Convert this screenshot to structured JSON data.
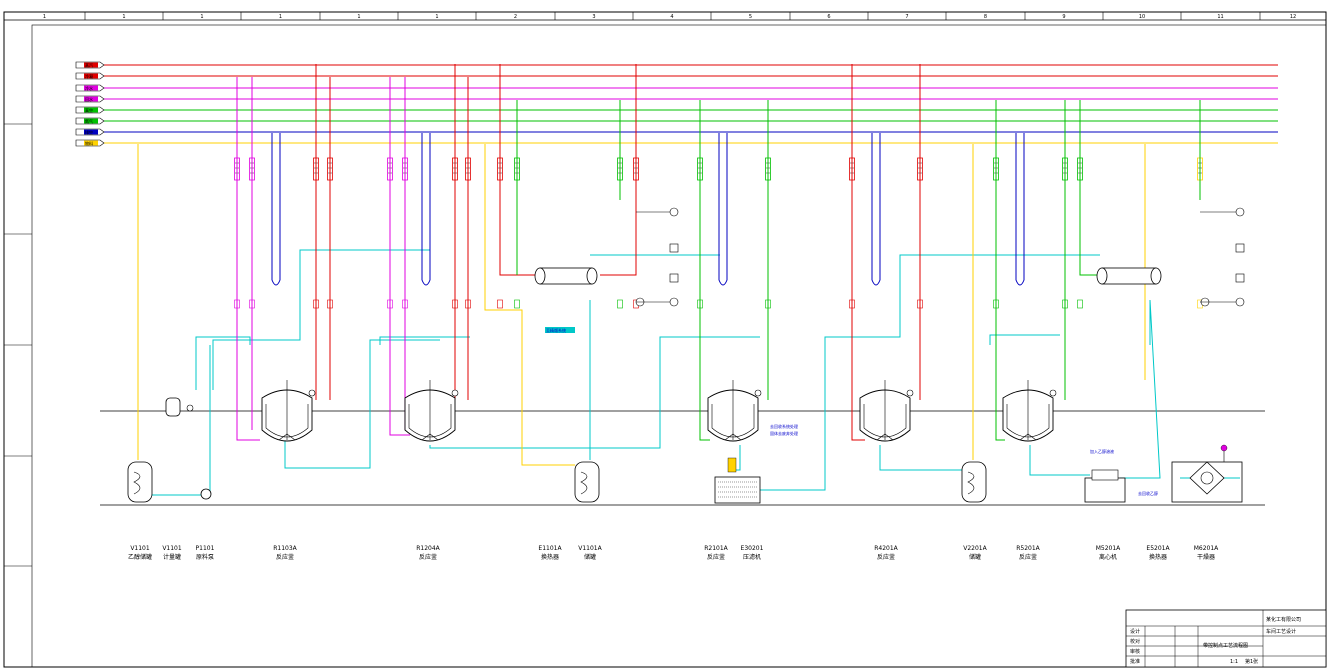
{
  "border_numbers": [
    "1",
    "1",
    "1",
    "1",
    "1",
    "1",
    "2",
    "3",
    "4",
    "5",
    "6",
    "7",
    "8",
    "9",
    "10",
    "11",
    "12"
  ],
  "utility_lines": [
    {
      "label": "蒸汽",
      "color": "#e00000"
    },
    {
      "label": "冷凝",
      "color": "#e00000"
    },
    {
      "label": "冷水",
      "color": "#e000e0"
    },
    {
      "label": "回水",
      "color": "#e000e0"
    },
    {
      "label": "真空",
      "color": "#00c000"
    },
    {
      "label": "氮气",
      "color": "#00c000"
    },
    {
      "label": "排空",
      "color": "#0000c0"
    },
    {
      "label": "物料",
      "color": "#ffd200"
    }
  ],
  "colors": {
    "process": "#00c8c8",
    "frame": "#000000"
  },
  "equipment": [
    {
      "tag": "V1101",
      "name": "乙醇储罐"
    },
    {
      "tag": "V1101",
      "name": "计量罐"
    },
    {
      "tag": "P1101",
      "name": "原料泵"
    },
    {
      "tag": "R1103A",
      "name": "反应釜"
    },
    {
      "tag": "R1204A",
      "name": "反应釜"
    },
    {
      "tag": "E1101A",
      "name": "换热器"
    },
    {
      "tag": "V1101A",
      "name": "储罐"
    },
    {
      "tag": "R2101A",
      "name": "反应釜"
    },
    {
      "tag": "E30201",
      "name": "压滤机"
    },
    {
      "tag": "R4201A",
      "name": "反应釜"
    },
    {
      "tag": "V2201A",
      "name": "储罐"
    },
    {
      "tag": "R5201A",
      "name": "反应釜"
    },
    {
      "tag": "M5201A",
      "name": "离心机"
    },
    {
      "tag": "E5201A",
      "name": "换热器"
    },
    {
      "tag": "M6201A",
      "name": "干燥器"
    }
  ],
  "annotations": {
    "left_note": "至精馏系统",
    "mid_note_1": "去回收系统处理",
    "mid_note_2": "固体去废弃处理",
    "right_note_1": "加入乙醇溶液",
    "right_note_2": "去回收乙醇"
  },
  "title_block": {
    "drawing_title": "带控制点工艺流程图",
    "company": "某化工有限公司",
    "project": "车间工艺设计",
    "scale": "1:1",
    "sheet": "第1张",
    "row_labels": [
      "设计",
      "校对",
      "审核",
      "批准"
    ]
  }
}
